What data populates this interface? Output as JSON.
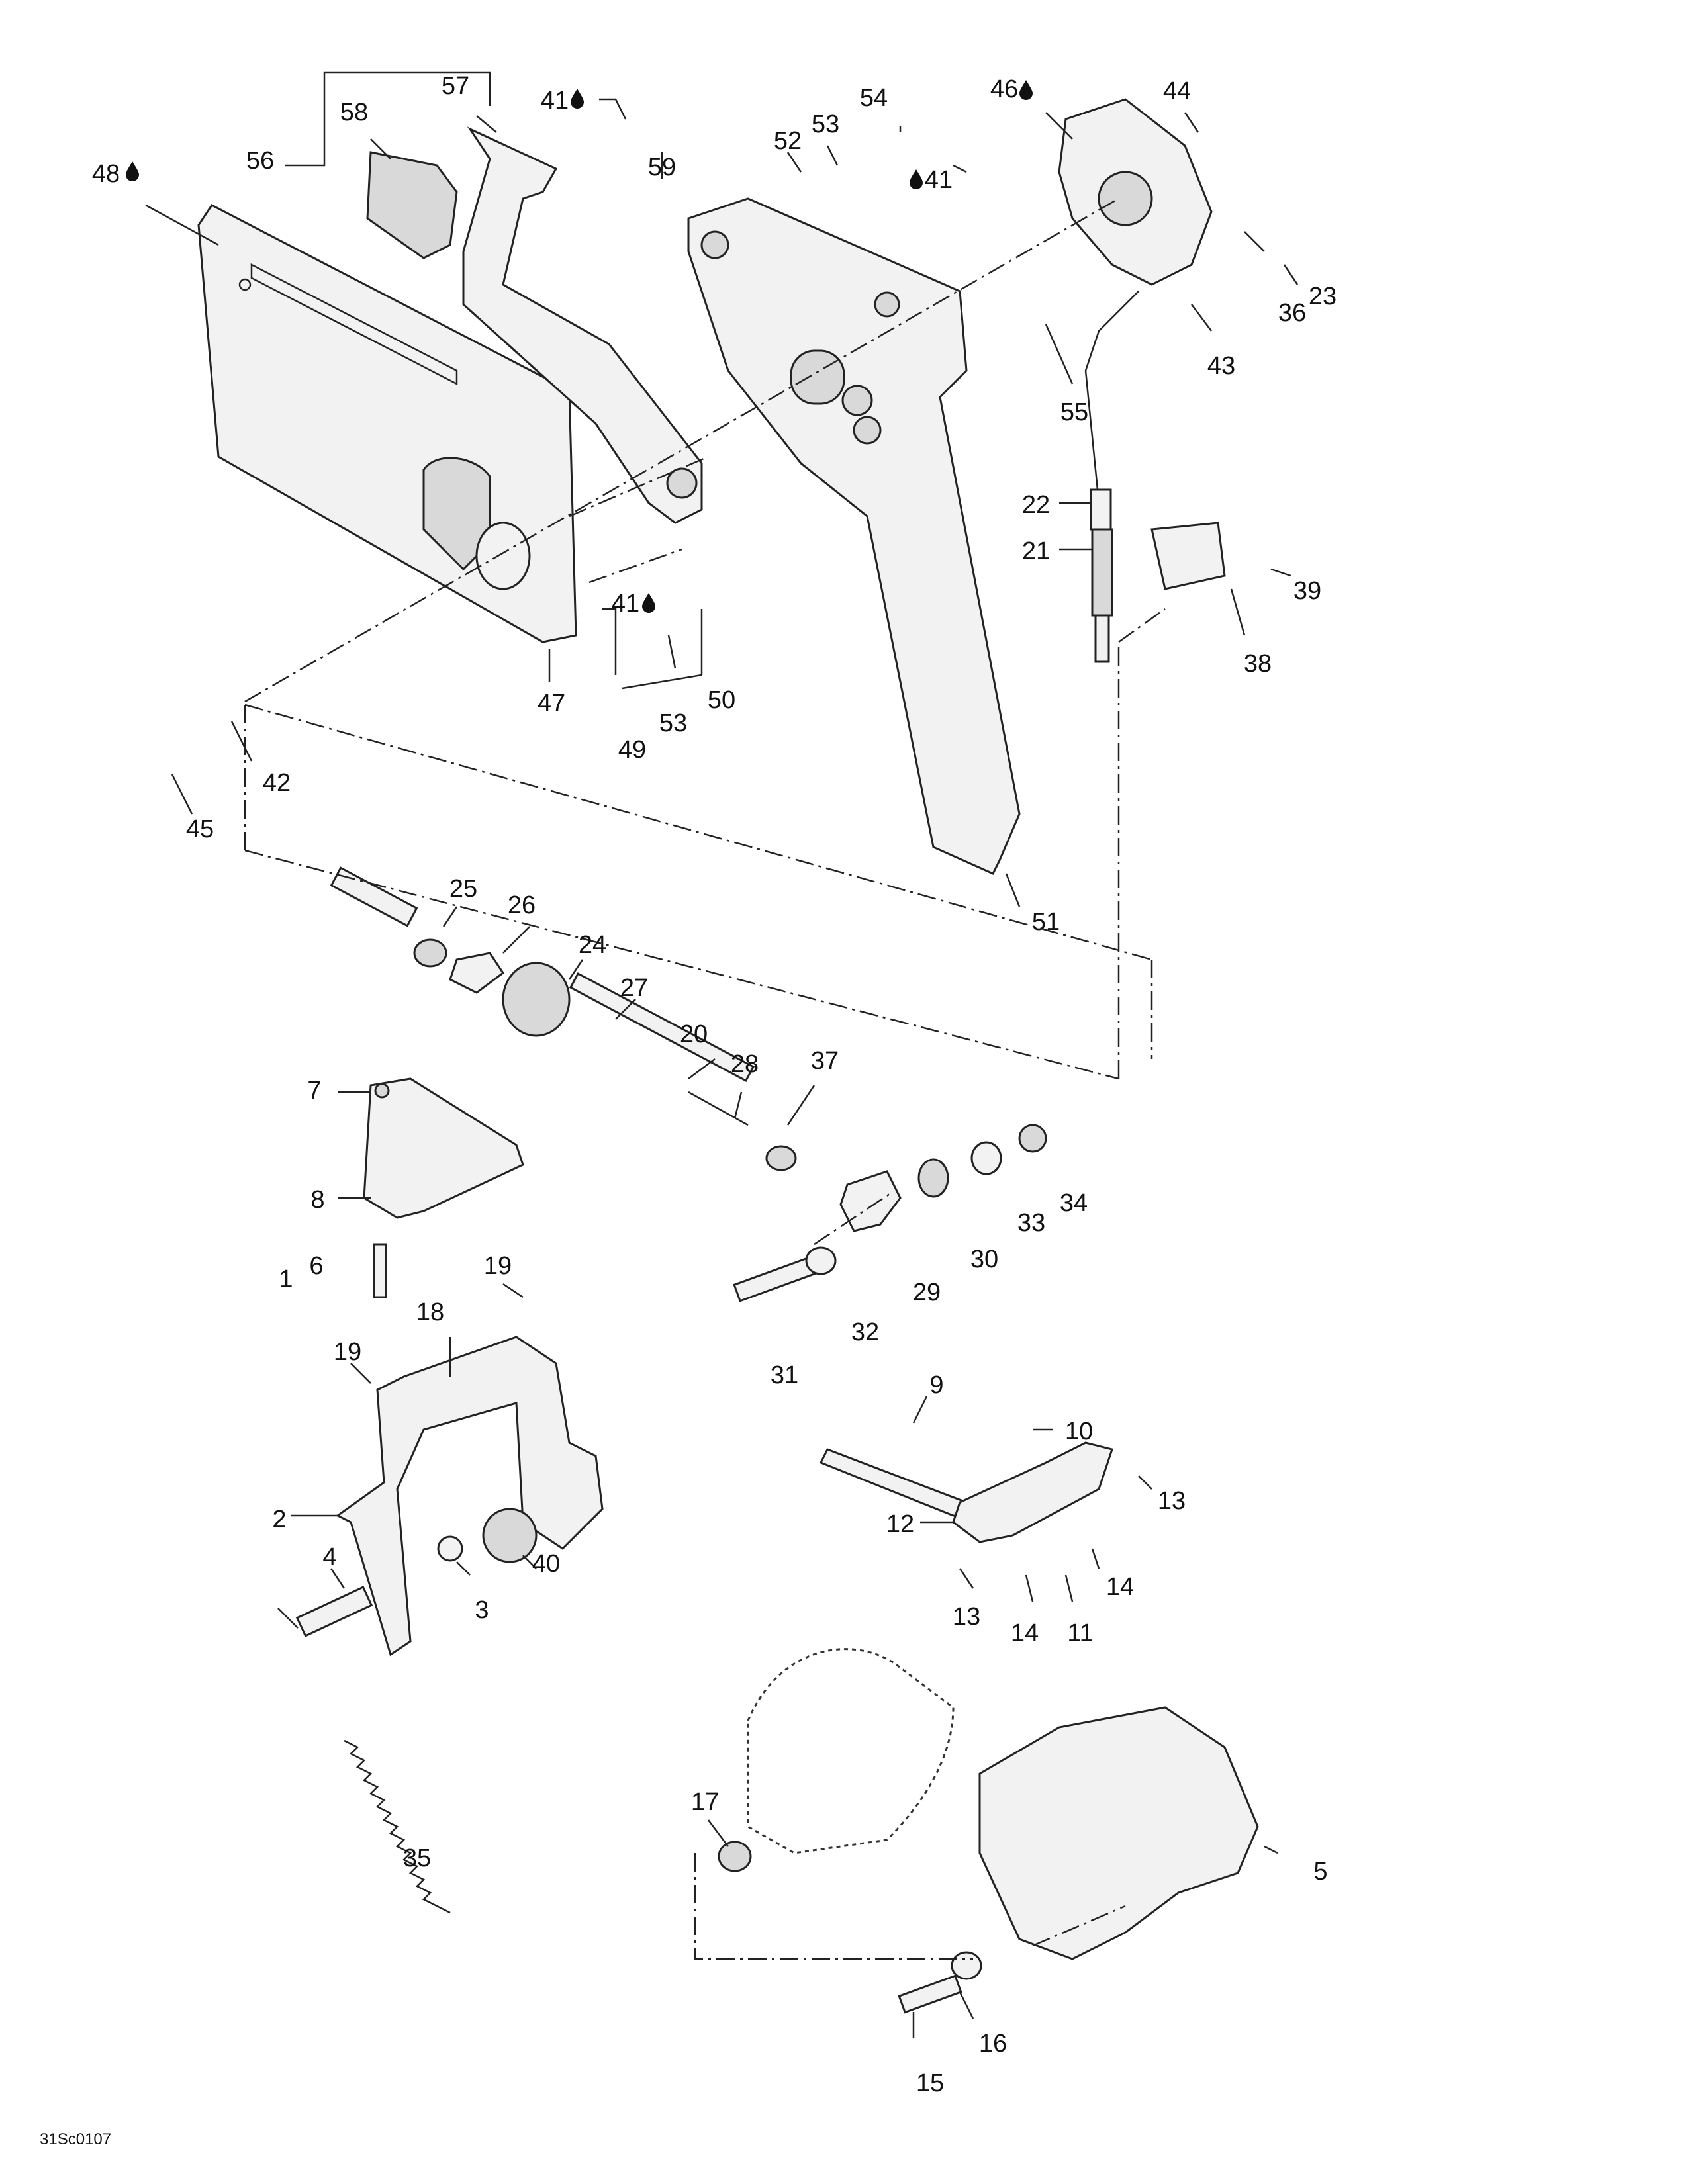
{
  "diagram_code": "31Sc0107",
  "callouts": [
    {
      "id": "c1",
      "text": "1"
    },
    {
      "id": "c2",
      "text": "2"
    },
    {
      "id": "c3",
      "text": "3"
    },
    {
      "id": "c4",
      "text": "4"
    },
    {
      "id": "c5",
      "text": "5"
    },
    {
      "id": "c6",
      "text": "6"
    },
    {
      "id": "c7",
      "text": "7"
    },
    {
      "id": "c8",
      "text": "8"
    },
    {
      "id": "c9",
      "text": "9"
    },
    {
      "id": "c10",
      "text": "10"
    },
    {
      "id": "c11",
      "text": "11"
    },
    {
      "id": "c12",
      "text": "12"
    },
    {
      "id": "c13a",
      "text": "13"
    },
    {
      "id": "c13b",
      "text": "13"
    },
    {
      "id": "c14a",
      "text": "14"
    },
    {
      "id": "c14b",
      "text": "14"
    },
    {
      "id": "c15",
      "text": "15"
    },
    {
      "id": "c16",
      "text": "16"
    },
    {
      "id": "c17",
      "text": "17"
    },
    {
      "id": "c18",
      "text": "18"
    },
    {
      "id": "c19a",
      "text": "19"
    },
    {
      "id": "c19b",
      "text": "19"
    },
    {
      "id": "c20",
      "text": "20"
    },
    {
      "id": "c21",
      "text": "21"
    },
    {
      "id": "c22",
      "text": "22"
    },
    {
      "id": "c23",
      "text": "23"
    },
    {
      "id": "c24",
      "text": "24"
    },
    {
      "id": "c25",
      "text": "25"
    },
    {
      "id": "c26",
      "text": "26"
    },
    {
      "id": "c27",
      "text": "27"
    },
    {
      "id": "c28",
      "text": "28"
    },
    {
      "id": "c29",
      "text": "29"
    },
    {
      "id": "c30",
      "text": "30"
    },
    {
      "id": "c31",
      "text": "31"
    },
    {
      "id": "c32",
      "text": "32"
    },
    {
      "id": "c33",
      "text": "33"
    },
    {
      "id": "c34",
      "text": "34"
    },
    {
      "id": "c35",
      "text": "35"
    },
    {
      "id": "c36",
      "text": "36"
    },
    {
      "id": "c37",
      "text": "37"
    },
    {
      "id": "c38",
      "text": "38"
    },
    {
      "id": "c39",
      "text": "39"
    },
    {
      "id": "c40",
      "text": "40"
    },
    {
      "id": "c41a",
      "text": "41"
    },
    {
      "id": "c41b",
      "text": "41"
    },
    {
      "id": "c41c",
      "text": "41"
    },
    {
      "id": "c42",
      "text": "42"
    },
    {
      "id": "c43",
      "text": "43"
    },
    {
      "id": "c44",
      "text": "44"
    },
    {
      "id": "c45",
      "text": "45"
    },
    {
      "id": "c46",
      "text": "46"
    },
    {
      "id": "c47",
      "text": "47"
    },
    {
      "id": "c48",
      "text": "48"
    },
    {
      "id": "c49",
      "text": "49"
    },
    {
      "id": "c50",
      "text": "50"
    },
    {
      "id": "c51",
      "text": "51"
    },
    {
      "id": "c52",
      "text": "52"
    },
    {
      "id": "c53a",
      "text": "53"
    },
    {
      "id": "c53b",
      "text": "53"
    },
    {
      "id": "c54",
      "text": "54"
    },
    {
      "id": "c55",
      "text": "55"
    },
    {
      "id": "c56",
      "text": "56"
    },
    {
      "id": "c57",
      "text": "57"
    },
    {
      "id": "c58",
      "text": "58"
    },
    {
      "id": "c59",
      "text": "59"
    }
  ],
  "lubricant_icon": "oil-drop-icon",
  "line_color": "#222222",
  "background_color": "#ffffff"
}
